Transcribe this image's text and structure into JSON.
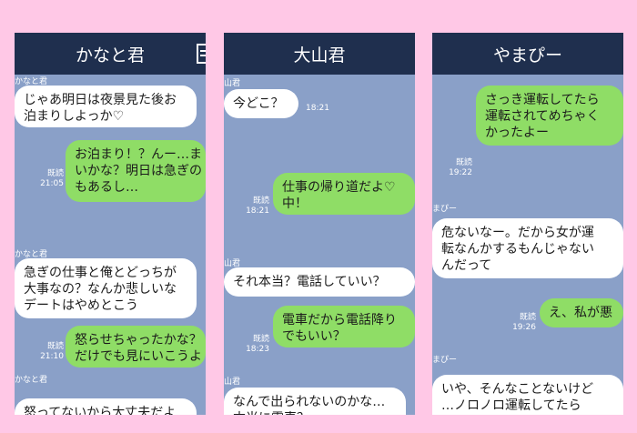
{
  "screens": [
    {
      "title": "かなと君",
      "messages": [
        {
          "sender": "かなと君",
          "text": "じゃあ明日は夜景見た後お\n泊まりしよっか♡"
        },
        {
          "read": "既読",
          "time": "21:05",
          "text": "お泊まり！？んー…ま\nいかな？明日は急ぎの\nもあるし…"
        },
        {
          "sender": "かなと君",
          "text": "急ぎの仕事と俺とどっちが\n大事なの？なんか悲しいな\nデートはやめとこう"
        },
        {
          "read": "既読",
          "time": "21:10",
          "text": "怒らせちゃったかな？\nだけでも見にいこうよ"
        },
        {
          "sender": "かなと君",
          "text": "怒ってないから大丈夫だよ\n仕事頑張ってね"
        }
      ]
    },
    {
      "title": "大山君",
      "messages": [
        {
          "sender": "山君",
          "text": "今どこ？",
          "time": "18:21"
        },
        {
          "read": "既読",
          "time": "18:21",
          "text": "仕事の帰り道だよ♡\n中！"
        },
        {
          "sender": "山君",
          "text": "それ本当？電話していい？"
        },
        {
          "read": "既読",
          "time": "18:23",
          "text": "電車だから電話降り\nでもいい？"
        },
        {
          "sender": "山君",
          "text": "なんで出られないのかな…\n本当に電車？"
        }
      ]
    },
    {
      "title": "やまぴー",
      "messages": [
        {
          "read": "既読",
          "time": "19:22",
          "text": "さっき運転してたら\n運転されてめちゃく\nかったよー"
        },
        {
          "sender": "まぴー",
          "text": "危ないなー。だから女が運\n転なんかするもんじゃない\nんだって"
        },
        {
          "read": "既読",
          "time": "19:26",
          "text": "え、私が悪"
        },
        {
          "sender": "まぴー",
          "text": "いや、そんなことないけど\n…ノロノロ運転してたら\n危ないよ♡"
        }
      ]
    }
  ]
}
